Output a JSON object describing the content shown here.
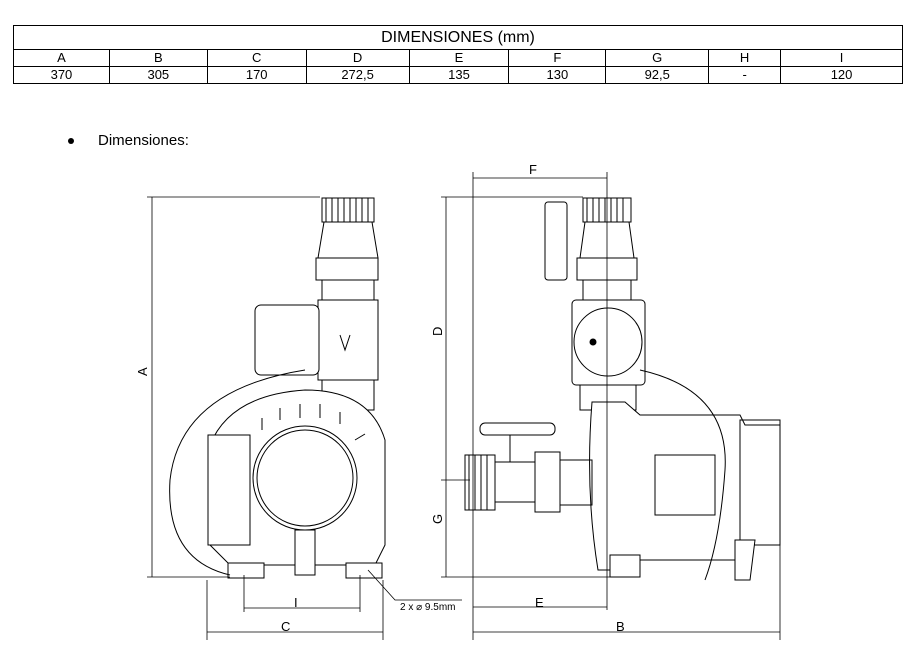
{
  "table": {
    "title": "DIMENSIONES (mm)",
    "headers": [
      "A",
      "B",
      "C",
      "D",
      "E",
      "F",
      "G",
      "H",
      "I"
    ],
    "values": [
      "370",
      "305",
      "170",
      "272,5",
      "135",
      "130",
      "92,5",
      "-",
      "120"
    ]
  },
  "section": {
    "bullet_text": "Dimensiones:"
  },
  "drawing": {
    "labels": {
      "A": "A",
      "B": "B",
      "C": "C",
      "D": "D",
      "E": "E",
      "F": "F",
      "G": "G",
      "I": "I"
    },
    "hole_note": "2 x ⌀ 9.5mm"
  }
}
